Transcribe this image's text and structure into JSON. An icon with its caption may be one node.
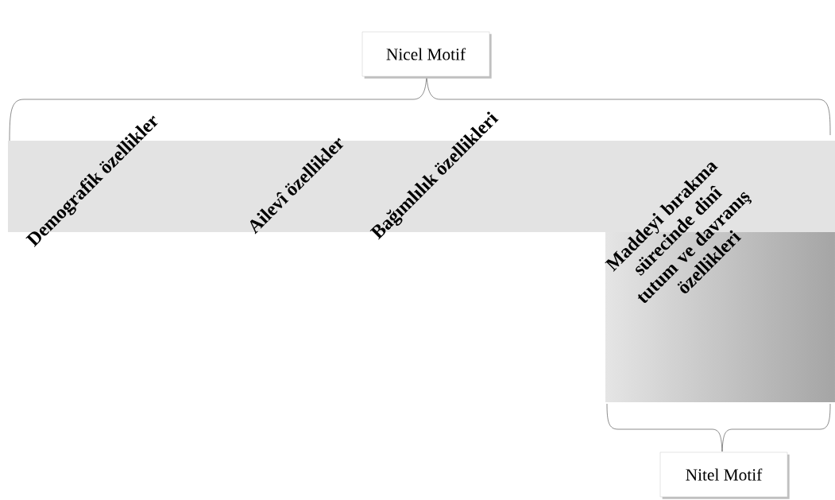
{
  "diagram": {
    "nodes": [
      {
        "text": [
          "Nicel Motif"
        ]
      },
      {
        "text": [
          "Nitel Motif"
        ]
      }
    ],
    "edges": [],
    "labels": [
      "Demografik özellikler",
      "Ailevî özellikler",
      "Bağımlılık özellikleri",
      "Maddeyi bırakma sürecinde dinî tutum ve davranış özellikleri"
    ]
  }
}
